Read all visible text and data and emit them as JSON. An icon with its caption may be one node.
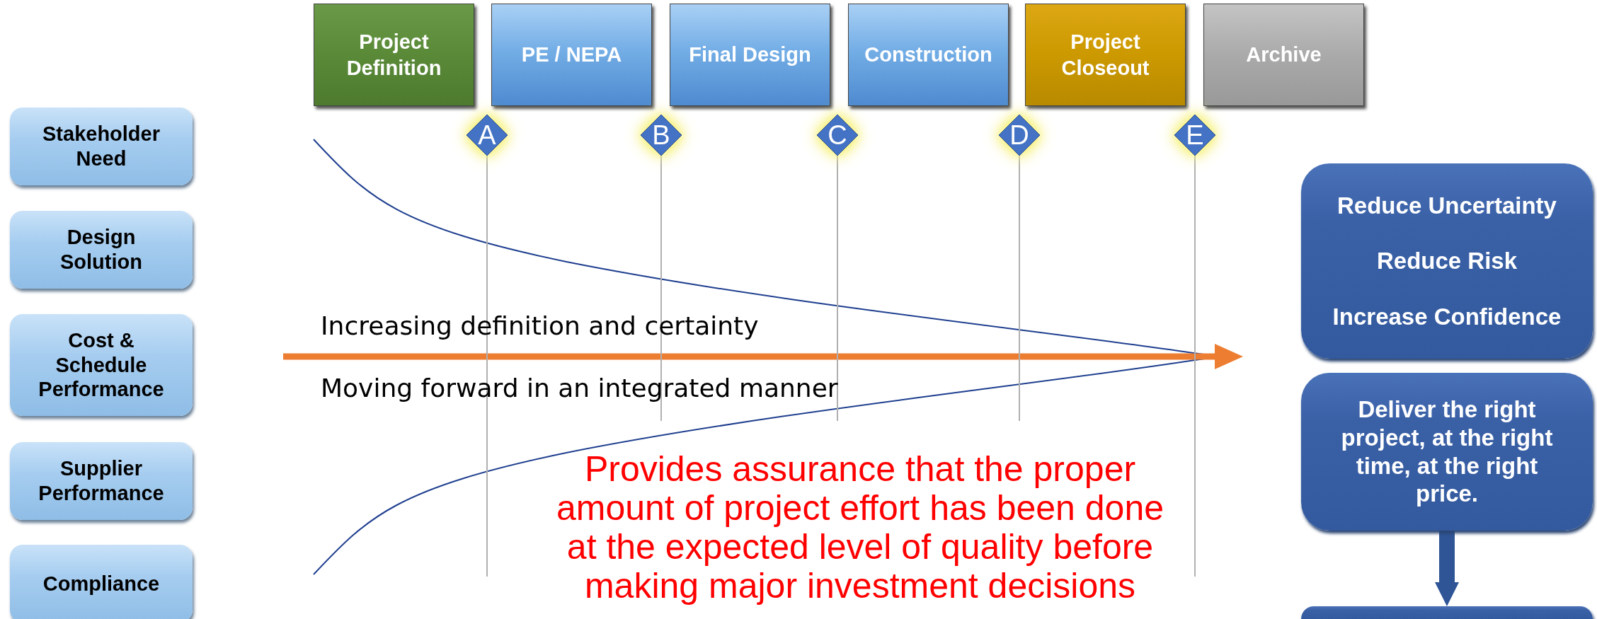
{
  "diagram": {
    "nodes": [
      {
        "text": [
          "Stakeholder Need"
        ]
      },
      {
        "text": [
          "Design Solution"
        ]
      },
      {
        "text": [
          "Cost & Schedule Performance"
        ]
      },
      {
        "text": [
          "Supplier Performance"
        ]
      },
      {
        "text": [
          "Compliance"
        ]
      },
      {
        "text": [
          "Project Definition"
        ]
      },
      {
        "text": [
          "PE / NEPA"
        ]
      },
      {
        "text": [
          "Final Design"
        ]
      },
      {
        "text": [
          "Construction"
        ]
      },
      {
        "text": [
          "Project Closeout"
        ]
      },
      {
        "text": [
          "Archive"
        ]
      },
      {
        "text": [
          "A"
        ]
      },
      {
        "text": [
          "B"
        ]
      },
      {
        "text": [
          "C"
        ]
      },
      {
        "text": [
          "D"
        ]
      },
      {
        "text": [
          "E"
        ]
      },
      {
        "text": [
          "Reduce Uncertainty",
          "Reduce Risk",
          "Increase Confidence"
        ]
      },
      {
        "text": [
          "Deliver the right project, at the right time, at the right price."
        ]
      },
      {
        "text": [],
        "shape": "box"
      }
    ],
    "edges": [
      {
        "from": 17,
        "to": 18,
        "arrow": "to"
      }
    ],
    "labels": [
      "Increasing definition and certainty",
      "Moving forward in an integrated manner",
      "Provides assurance that the proper amount of project effort has been done at the expected level of quality before making major investment decisions"
    ]
  }
}
